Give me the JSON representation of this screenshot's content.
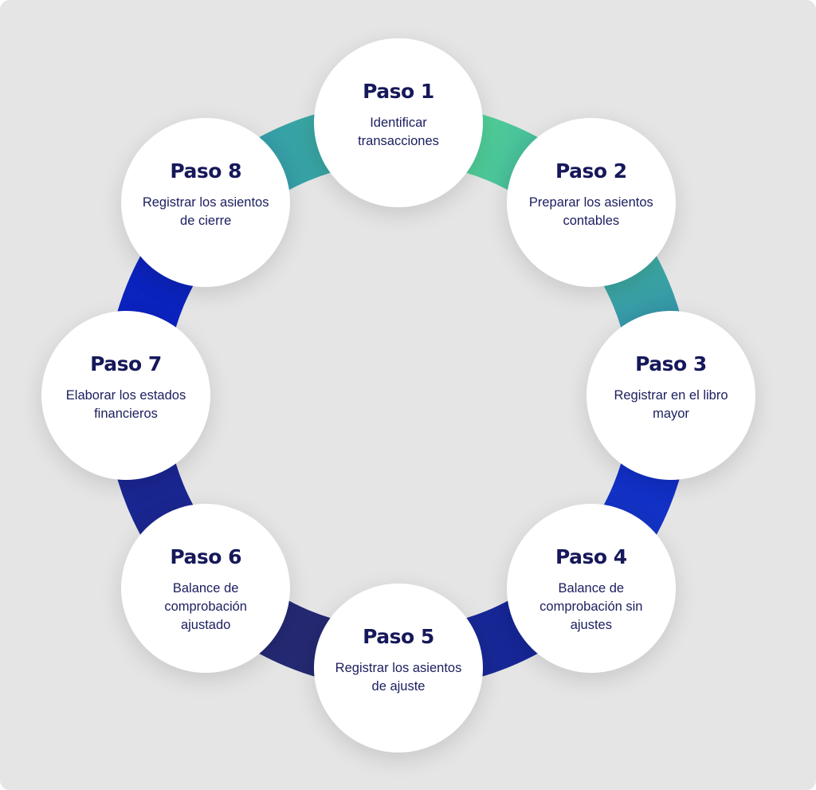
{
  "diagram": {
    "type": "cycle",
    "background_color": "#e5e5e5",
    "ring_gradient_colors": [
      "#5de892",
      "#3aa5a0",
      "#2a78b0",
      "#0a24c8",
      "#1a2a9a",
      "#25286a"
    ],
    "steps": [
      {
        "title": "Paso 1",
        "description": "Identificar transacciones"
      },
      {
        "title": "Paso 2",
        "description": "Preparar los asientos contables"
      },
      {
        "title": "Paso 3",
        "description": "Registrar en el libro mayor"
      },
      {
        "title": "Paso 4",
        "description": "Balance de comprobación sin ajustes"
      },
      {
        "title": "Paso 5",
        "description": "Registrar los asientos de ajuste"
      },
      {
        "title": "Paso 6",
        "description": "Balance de comprobación ajustado"
      },
      {
        "title": "Paso 7",
        "description": "Elaborar los estados financieros"
      },
      {
        "title": "Paso 8",
        "description": "Registrar los asientos de cierre"
      }
    ]
  }
}
